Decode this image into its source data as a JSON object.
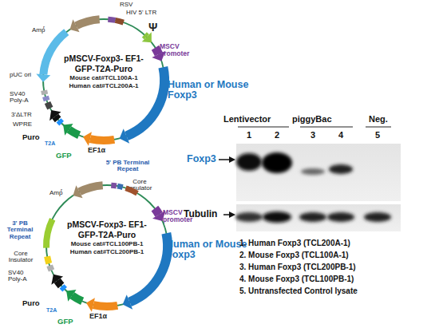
{
  "diagram": {
    "nodes": [
      {
        "text": [
          "pMSCV-Foxp3- EF1-GFP-T2A-Puro",
          "Mouse cat#TCL100A-1",
          "Human cat#TCL200A-1"
        ]
      },
      {
        "text": [
          "pMSCV-Foxp3- EF1-GFP-T2A-Puro",
          "Mouse cat#TCL100PB-1",
          "Human cat#TCL200PB-1"
        ]
      }
    ],
    "labels": [
      "RSV",
      "HIV 5' LTR",
      "Ψ",
      "MSCV promoter",
      "Human or Mouse Foxp3",
      "EF1α",
      "GFP",
      "T2A",
      "Puro",
      "WPRE",
      "3'ΔLTR",
      "SV40 Poly-A",
      "pUC ori",
      "Amp",
      "r",
      "Amp",
      "r",
      "5' PB Terminal Repeat",
      "Core Insulator",
      "MSCV promoter",
      "Human or Mouse Foxp3",
      "EF1α",
      "GFP",
      "T2A",
      "Puro",
      "3' PB Terminal Repeat",
      "Core Insulator",
      "SV40 Poly-A",
      "Lentivector",
      "piggyBac",
      "Neg.",
      "1",
      "2",
      "3",
      "4",
      "5",
      "Foxp3",
      "Tubulin",
      "1. Human Foxp3 (TCL200A-1)",
      "2. Mouse Foxp3 (TCL100A-1)",
      "3. Human Foxp3 (TCL200PB-1)",
      "4. Mouse Foxp3 (TCL100PB-1)",
      "5. Untransfected Control lysate"
    ]
  }
}
